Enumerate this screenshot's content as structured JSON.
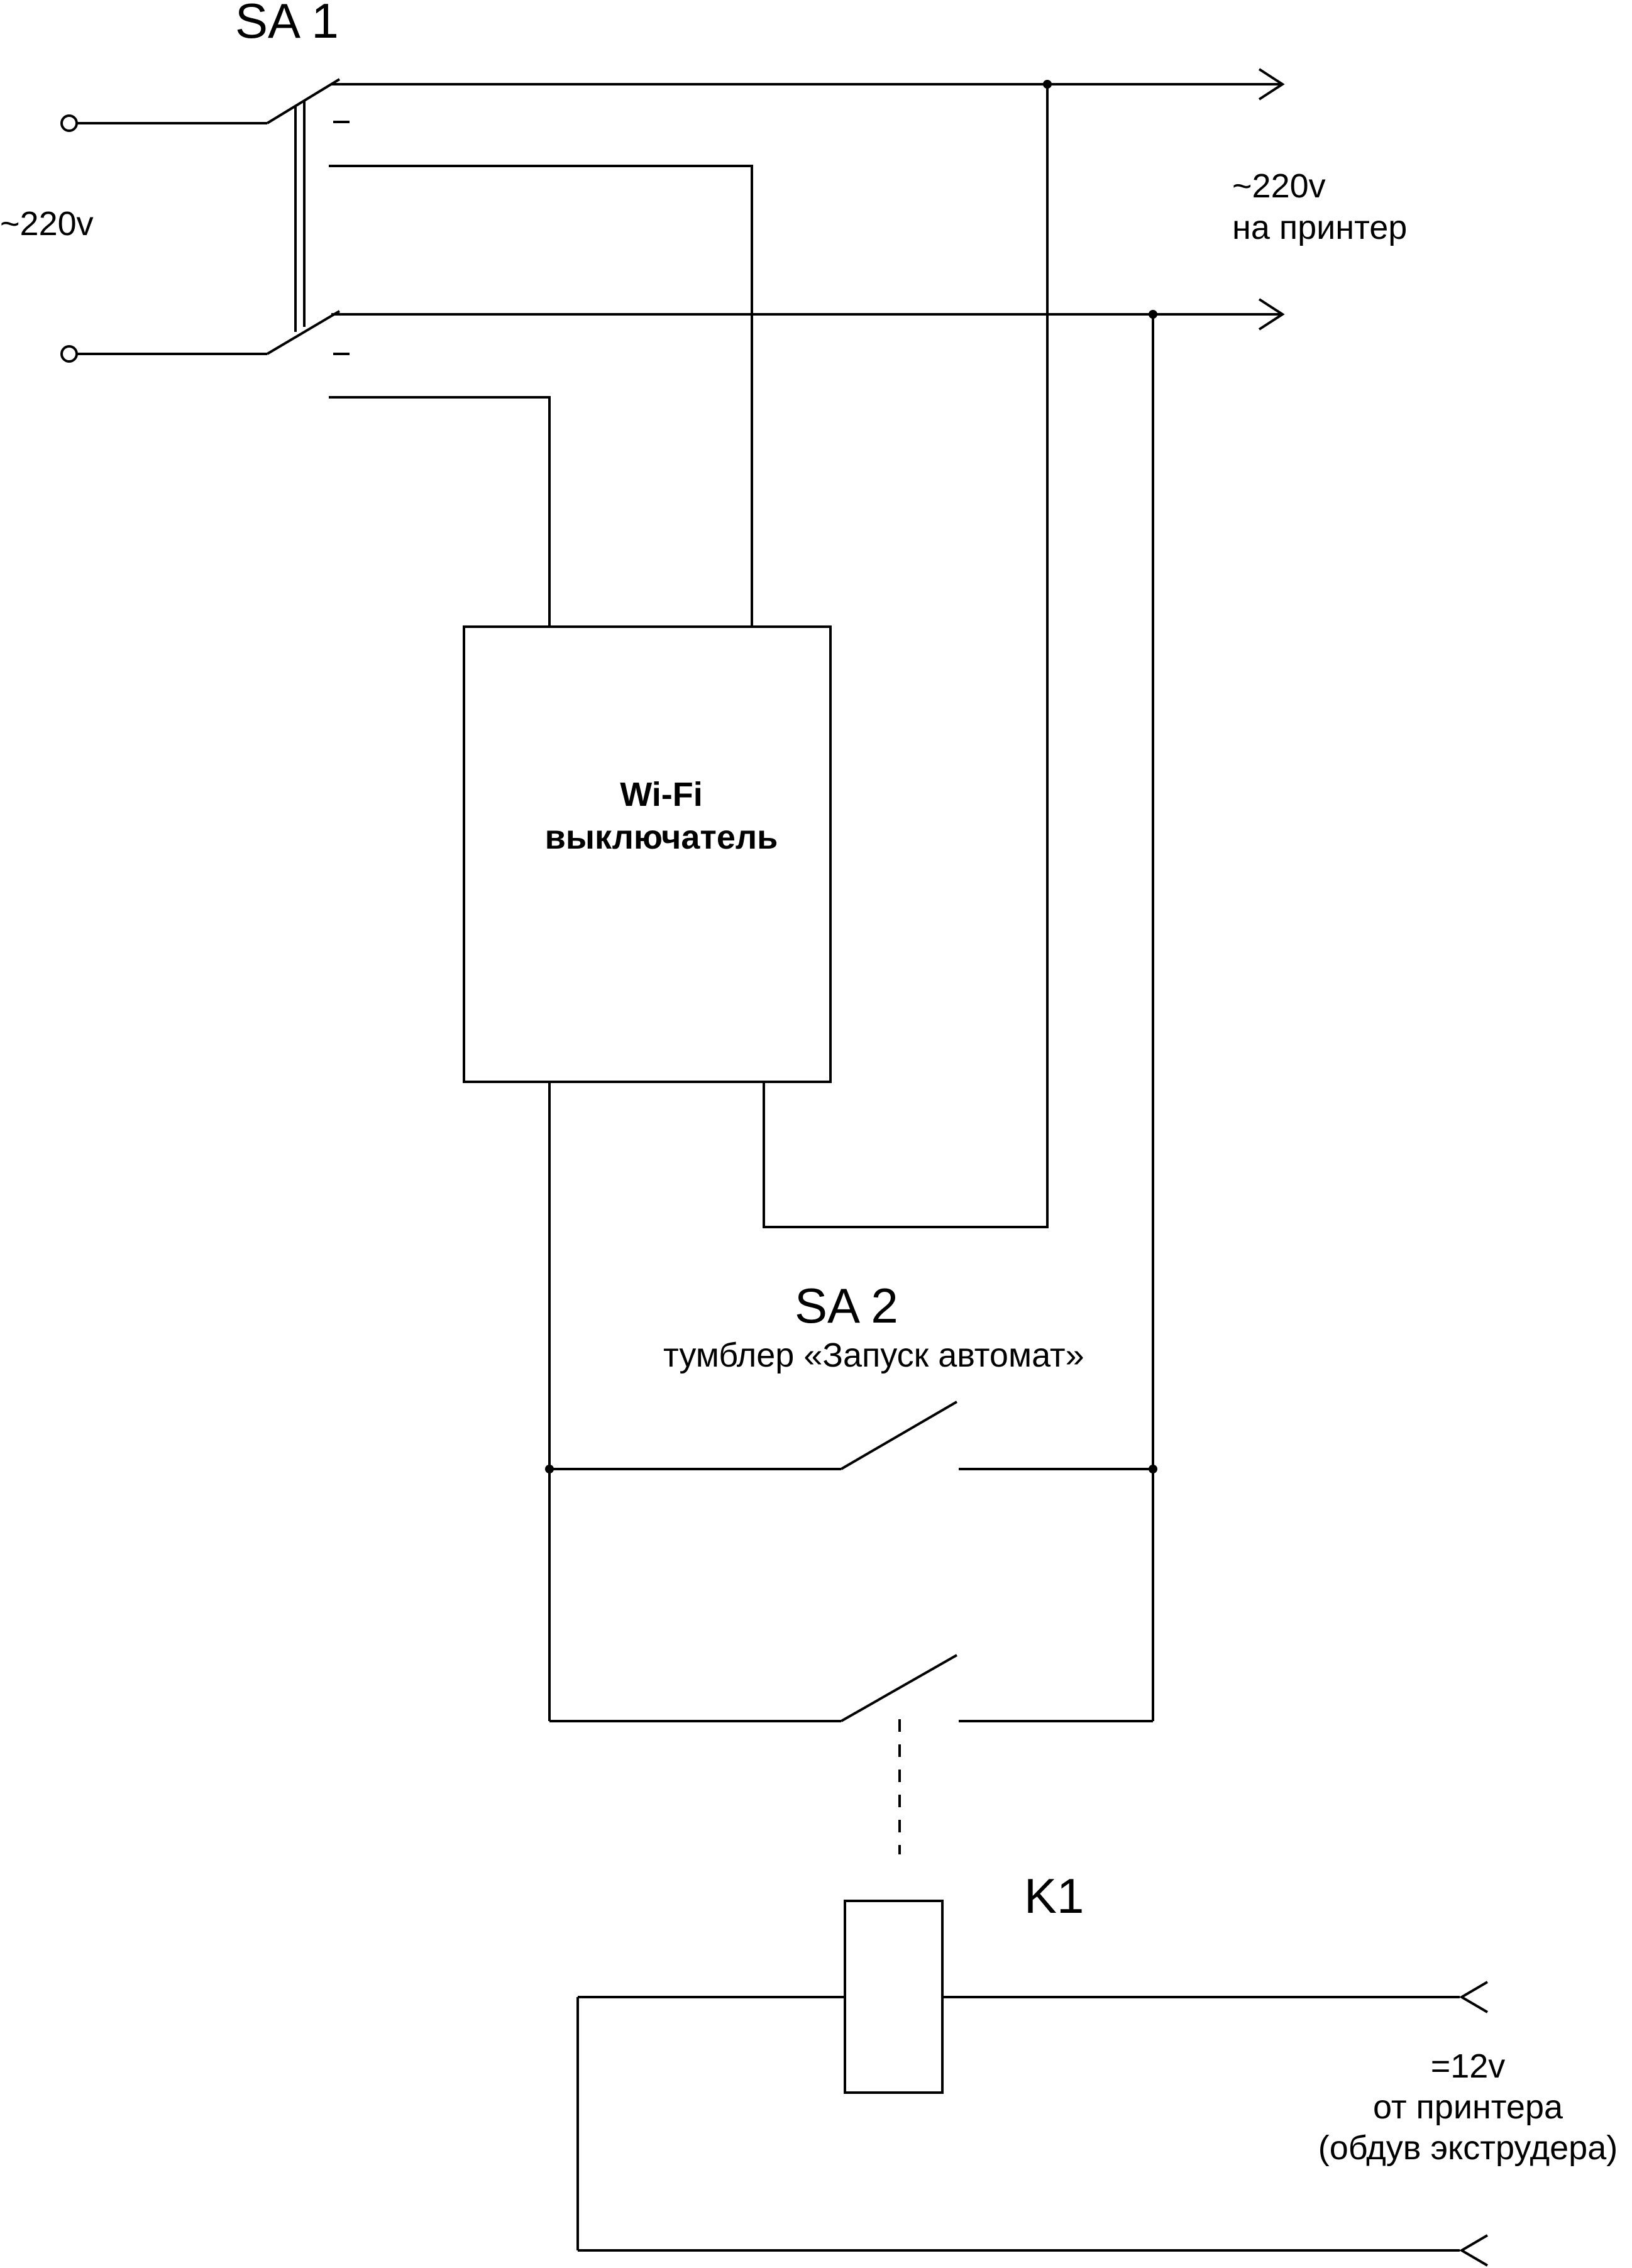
{
  "labels": {
    "sa1": "SA 1",
    "input_voltage": "~220v",
    "output_voltage": "~220v",
    "output_target": "на принтер",
    "wifi_line1": "Wi-Fi",
    "wifi_line2": "выключатель",
    "sa2": "SA 2",
    "sa2_desc": "тумблер «Запуск автомат»",
    "k1": "K1",
    "dc_voltage": "=12v",
    "dc_source": "от принтера",
    "dc_note": "(обдув экструдера)"
  }
}
